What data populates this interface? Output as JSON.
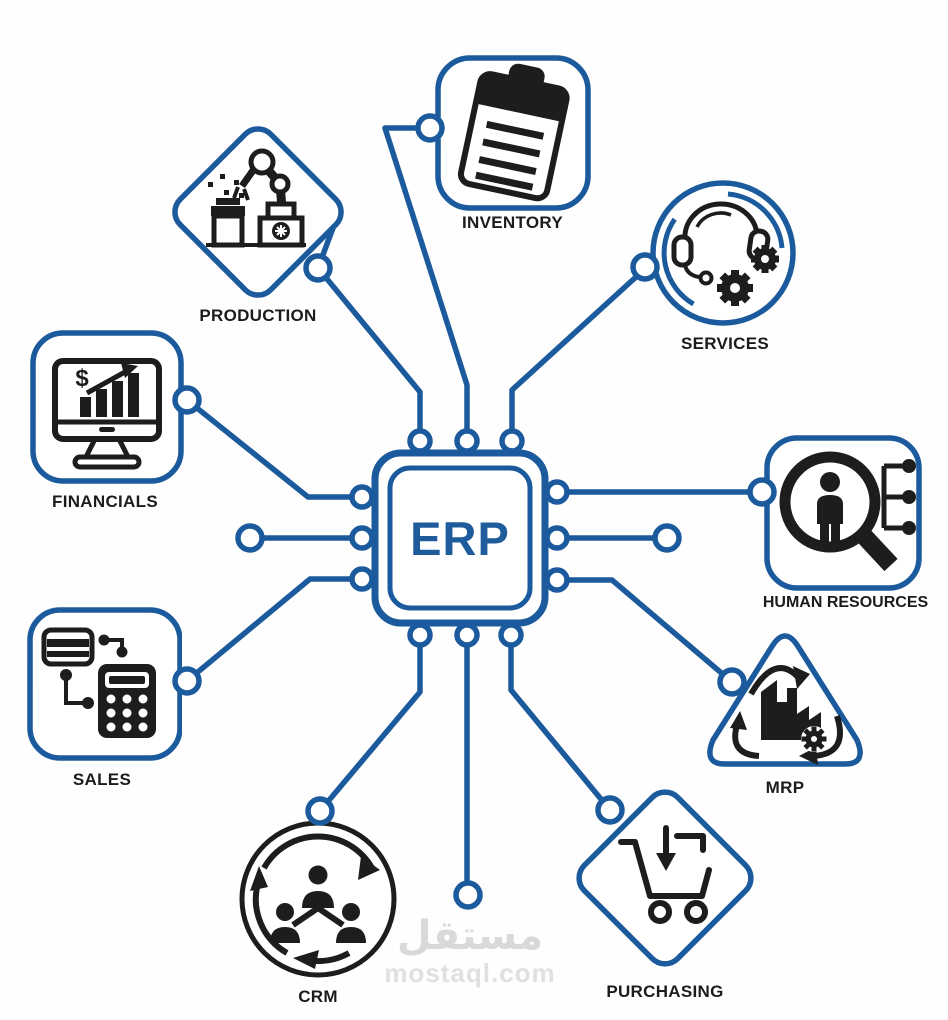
{
  "colors": {
    "accent_blue": "#1b5a9c",
    "erp_text_blue": "#1e5c9c",
    "icon_black": "#1d1d1b",
    "label_black": "#1c1c1c",
    "watermark_gray": "#d9d9d9",
    "background": "#ffffff"
  },
  "center": {
    "label": "ERP",
    "icon": "chip-icon"
  },
  "modules": [
    {
      "id": "inventory",
      "label": "INVENTORY",
      "shape": "rounded-square",
      "icon": "clipboard-icon"
    },
    {
      "id": "production",
      "label": "PRODUCTION",
      "shape": "diamond",
      "icon": "robot-arm-icon"
    },
    {
      "id": "services",
      "label": "SERVICES",
      "shape": "circle",
      "icon": "headset-gears-icon"
    },
    {
      "id": "financials",
      "label": "FINANCIALS",
      "shape": "rounded-square",
      "icon": "monitor-chart-icon",
      "symbol": "$"
    },
    {
      "id": "human-resources",
      "label": "HUMAN RESOURCES",
      "shape": "rounded-square",
      "icon": "magnifier-person-icon"
    },
    {
      "id": "sales",
      "label": "SALES",
      "shape": "rounded-square",
      "icon": "card-calculator-icon"
    },
    {
      "id": "mrp",
      "label": "MRP",
      "shape": "triangle",
      "icon": "factory-recycle-icon"
    },
    {
      "id": "crm",
      "label": "CRM",
      "shape": "circle",
      "icon": "people-cycle-icon"
    },
    {
      "id": "purchasing",
      "label": "PURCHASING",
      "shape": "diamond",
      "icon": "cart-icon"
    }
  ],
  "watermark": {
    "arabic": "مستقل",
    "url": "mostaql.com"
  }
}
